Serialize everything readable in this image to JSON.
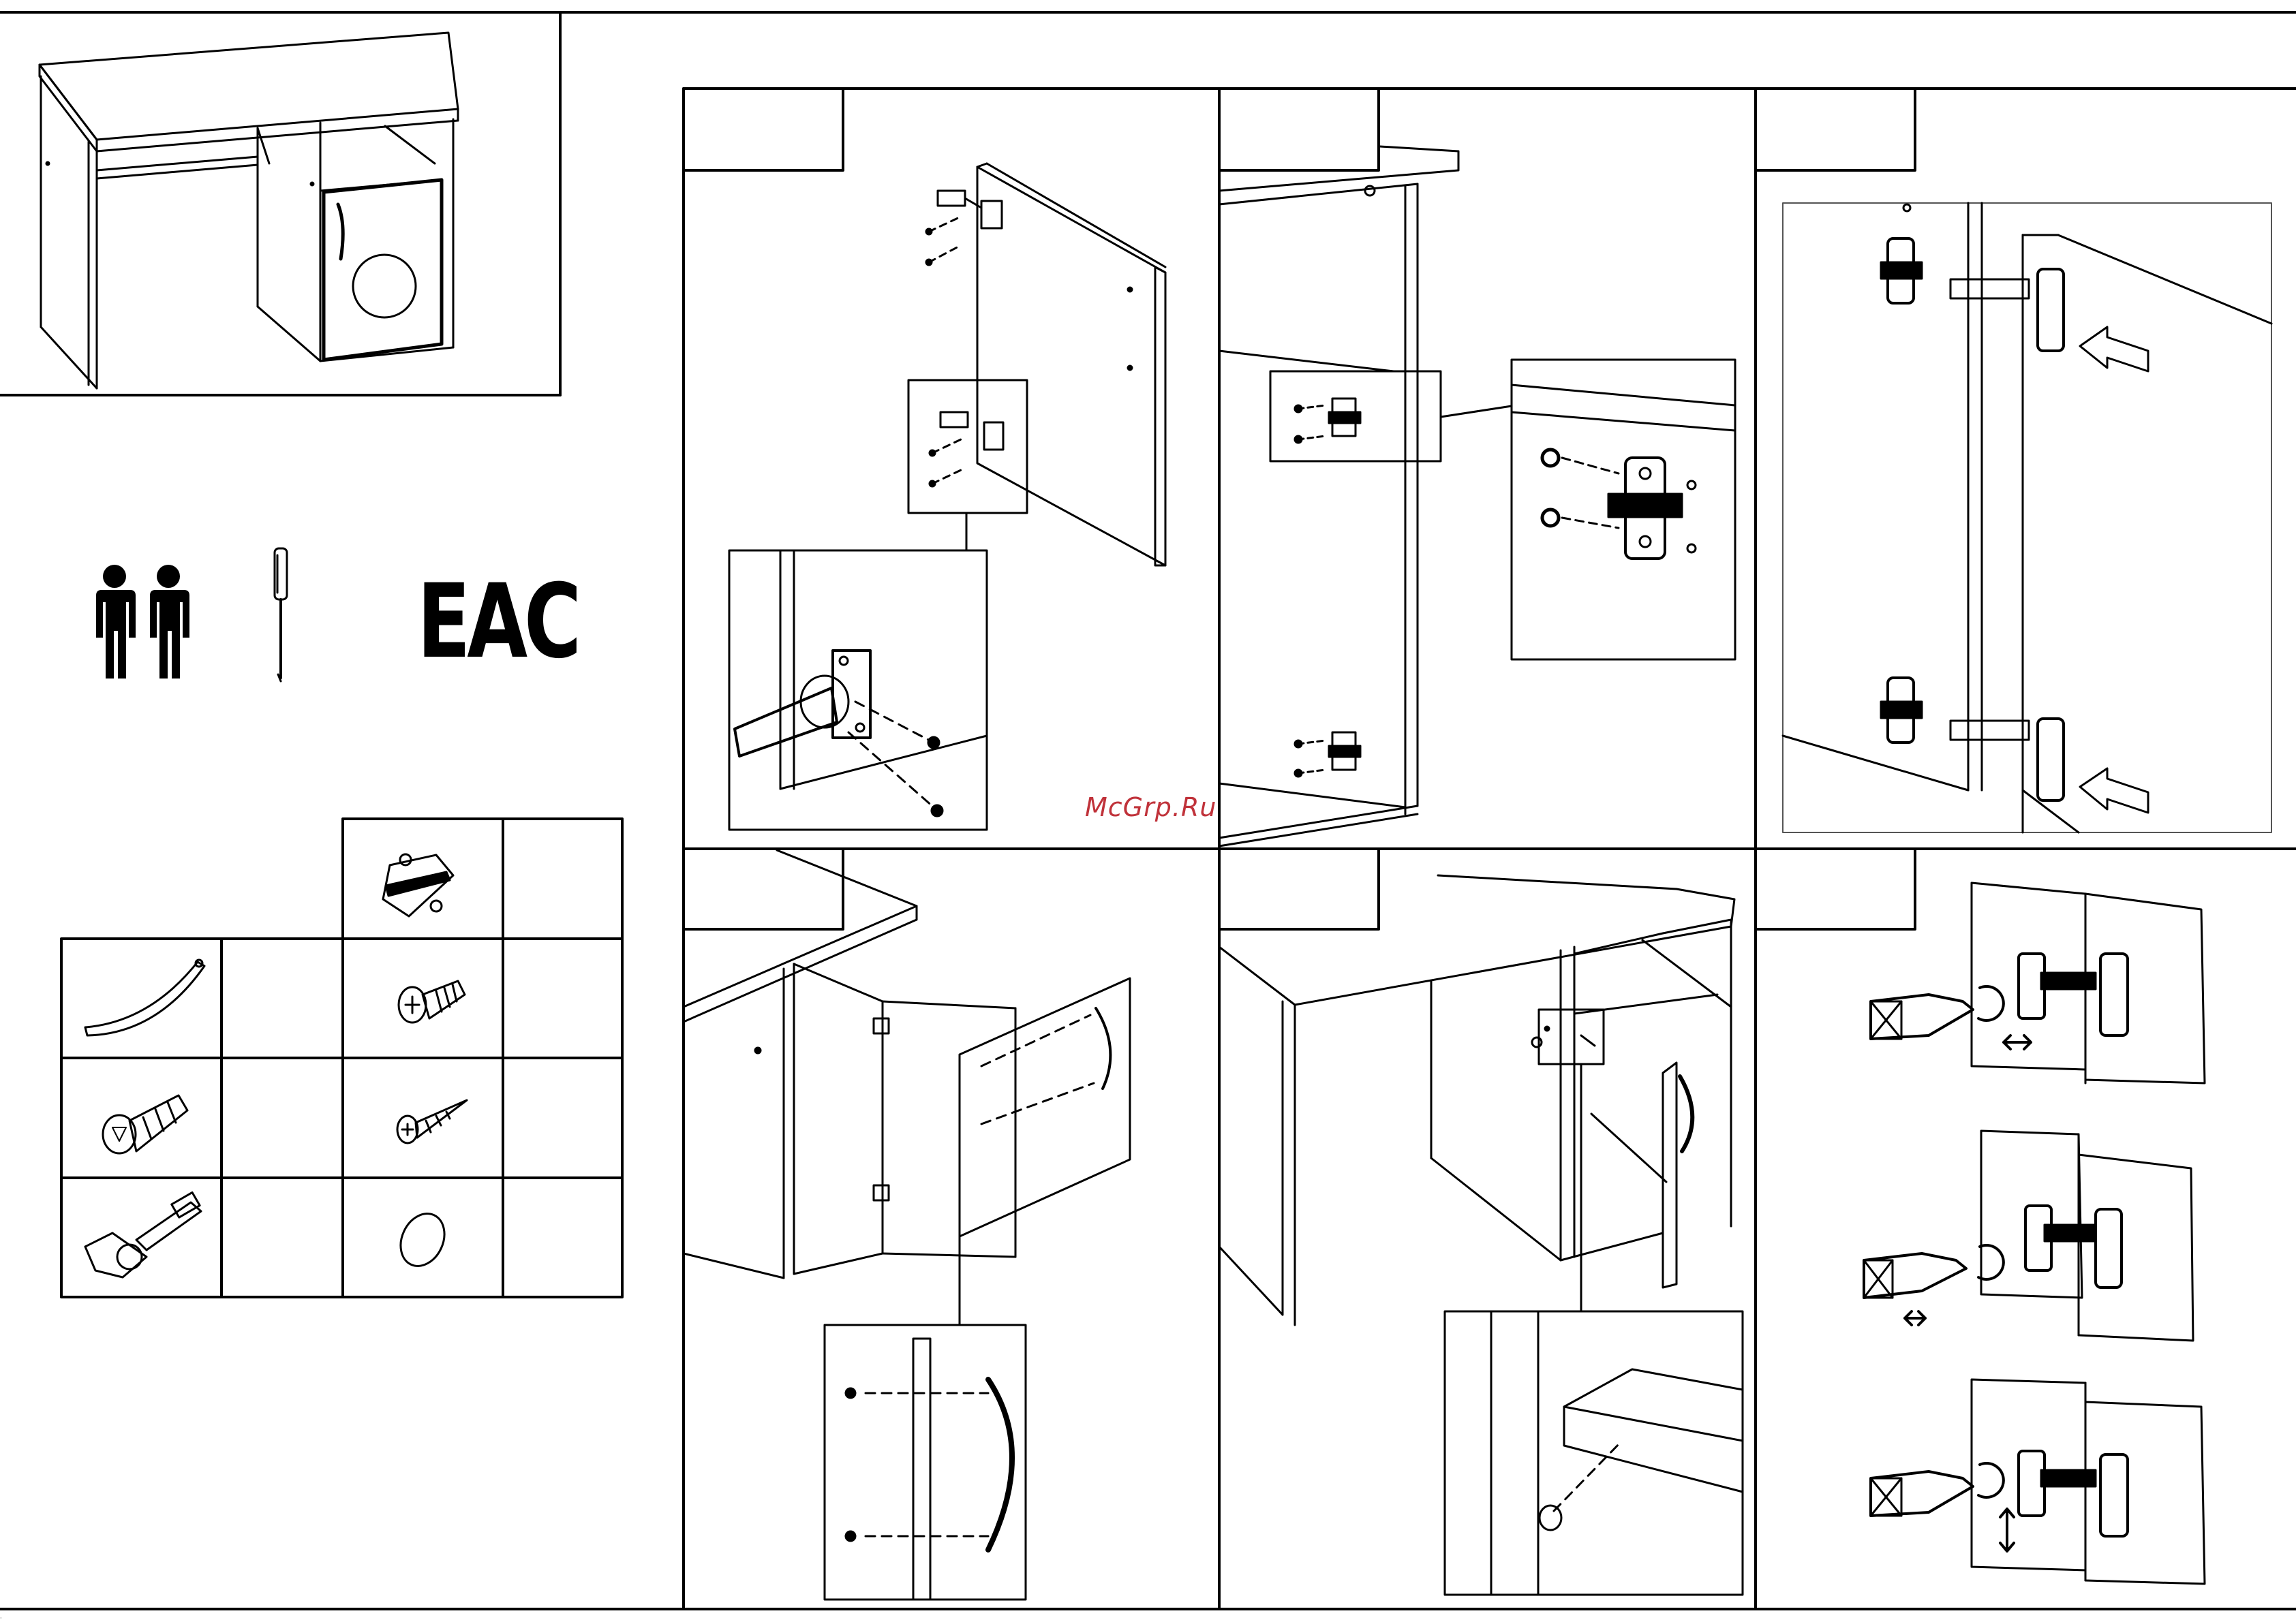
{
  "document": {
    "type": "furniture-assembly-instructions",
    "certification_mark": "EAC",
    "watermark": "McGrp.Ru"
  },
  "colors": {
    "line": "#000000",
    "background": "#ffffff",
    "watermark": "#c0323a"
  },
  "icons": {
    "people": "two-person-icon",
    "tool": "screwdriver-icon",
    "certification": "eac-mark"
  },
  "parts_table": {
    "rows": [
      [
        "",
        "",
        "cam-hinge-plate",
        ""
      ],
      [
        "handle",
        "",
        "screw",
        ""
      ],
      [
        "dowel",
        "",
        "wood-screw",
        ""
      ],
      [
        "hinge",
        "",
        "cap",
        ""
      ]
    ]
  },
  "steps": [
    {
      "name": "hinge-to-door"
    },
    {
      "name": "mounting-plate-to-side"
    },
    {
      "name": "attach-door"
    },
    {
      "name": "fit-handle"
    },
    {
      "name": "fit-caps"
    },
    {
      "name": "adjust-hinges"
    }
  ]
}
